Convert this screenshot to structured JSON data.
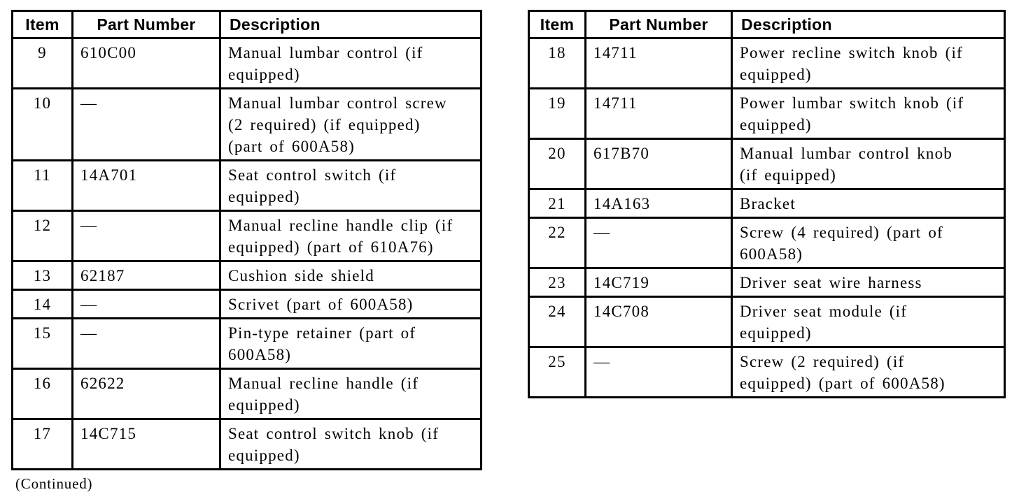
{
  "continued_note": "(Continued)",
  "colors": {
    "border": "#000000",
    "text": "#000000",
    "background": "#ffffff"
  },
  "tables": [
    {
      "id": "parts-table-left",
      "headers": [
        "Item",
        "Part Number",
        "Description"
      ],
      "rows": [
        {
          "item": "9",
          "part_number": "610C00",
          "description": "Manual lumbar control (if equipped)"
        },
        {
          "item": "10",
          "part_number": "—",
          "description": "Manual lumbar control screw (2 required) (if equipped) (part of 600A58)"
        },
        {
          "item": "11",
          "part_number": "14A701",
          "description": "Seat control switch (if equipped)"
        },
        {
          "item": "12",
          "part_number": "—",
          "description": "Manual recline handle clip (if equipped) (part of 610A76)"
        },
        {
          "item": "13",
          "part_number": "62187",
          "description": "Cushion side shield"
        },
        {
          "item": "14",
          "part_number": "—",
          "description": "Scrivet (part of 600A58)"
        },
        {
          "item": "15",
          "part_number": "—",
          "description": "Pin-type retainer (part of 600A58)"
        },
        {
          "item": "16",
          "part_number": "62622",
          "description": "Manual recline handle (if equipped)"
        },
        {
          "item": "17",
          "part_number": "14C715",
          "description": "Seat control switch knob (if equipped)"
        }
      ]
    },
    {
      "id": "parts-table-right",
      "headers": [
        "Item",
        "Part Number",
        "Description"
      ],
      "rows": [
        {
          "item": "18",
          "part_number": "14711",
          "description": "Power recline switch knob (if equipped)"
        },
        {
          "item": "19",
          "part_number": "14711",
          "description": "Power lumbar switch knob (if equipped)"
        },
        {
          "item": "20",
          "part_number": "617B70",
          "description": "Manual lumbar control knob (if equipped)"
        },
        {
          "item": "21",
          "part_number": "14A163",
          "description": "Bracket"
        },
        {
          "item": "22",
          "part_number": "—",
          "description": "Screw (4 required) (part of 600A58)"
        },
        {
          "item": "23",
          "part_number": "14C719",
          "description": "Driver seat wire harness"
        },
        {
          "item": "24",
          "part_number": "14C708",
          "description": "Driver seat module (if equipped)"
        },
        {
          "item": "25",
          "part_number": "—",
          "description": "Screw (2 required) (if equipped) (part of 600A58)"
        }
      ]
    }
  ]
}
